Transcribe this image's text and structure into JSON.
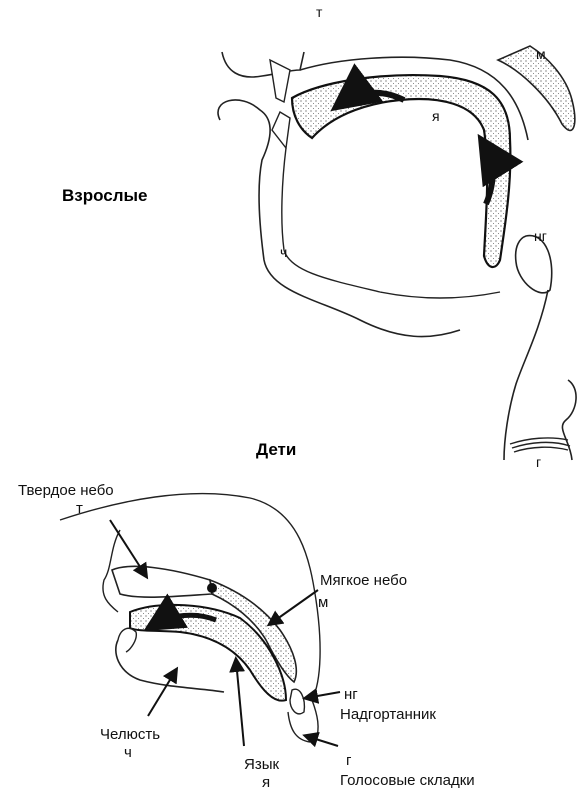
{
  "adult": {
    "title": "Взрослые",
    "marks": {
      "t": "т",
      "m": "м",
      "ya": "я",
      "ng": "нг",
      "ch": "ч",
      "g": "г"
    }
  },
  "child": {
    "title": "Дети",
    "hard_palate": "Твердое небо",
    "t": "т",
    "soft_palate": "Мягкое небо",
    "m": "м",
    "ng": "нг",
    "epiglottis": "Надгортанник",
    "jaw": "Челюсть",
    "ch": "ч",
    "tongue": "Язык",
    "ya": "я",
    "g": "г",
    "vocal_folds": "Голосовые складки"
  }
}
